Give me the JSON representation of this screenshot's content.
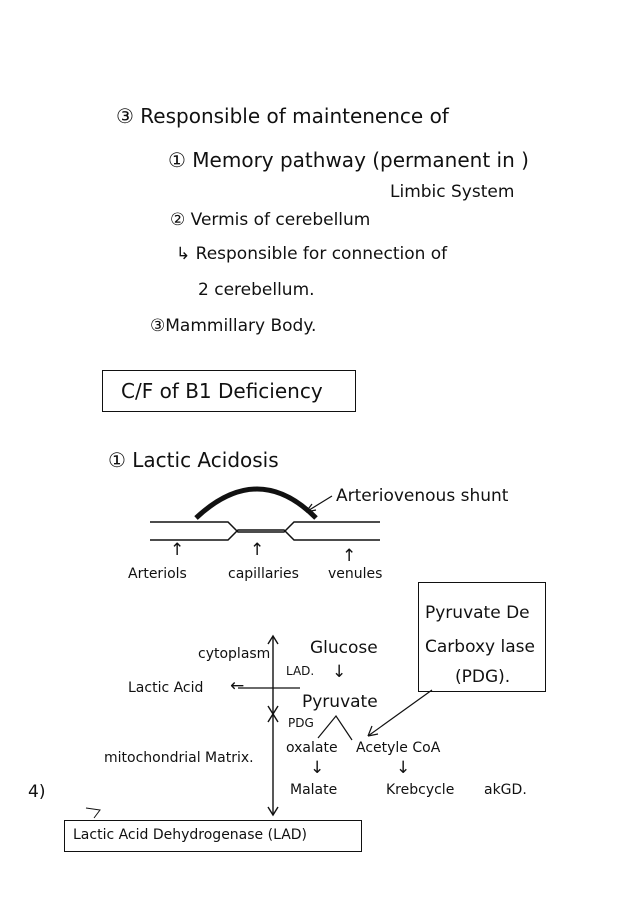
{
  "section3": {
    "heading": "③ Responsible of maintenence of",
    "item1_line1": "① Memory pathway (permanent in )",
    "item1_line2": "Limbic System",
    "item2": "② Vermis  of cerebellum",
    "item2_sub1": "↳ Responsible for  connection  of",
    "item2_sub2": "2  cerebellum.",
    "item3": "③Mammillary  Body."
  },
  "cf_box": {
    "label": "C/F  of  B1  Deficiency"
  },
  "lactic": {
    "heading": "① Lactic Acidosis"
  },
  "vessel": {
    "shunt": "Arteriovenous shunt",
    "arterioles": "Arteriols",
    "capillaries": "capillaries",
    "venules": "venules",
    "arrow": "↑"
  },
  "pdh_box": {
    "line1": "Pyruvate  De",
    "line2": "Carboxy lase",
    "line3": "(PDG)."
  },
  "pathway": {
    "cytoplasm": "cytoplasm",
    "glucose": "Glucose",
    "lad": "LAD.",
    "lactic_acid": "Lactic Acid",
    "pyruvate": "Pyruvate",
    "pdg": "PDG",
    "mito": "mitochondrial Matrix.",
    "oxalate": "oxalate",
    "acetyl": "Acetyle  CoA",
    "malate": "Malate",
    "krebs": "Krebcycle",
    "akgd": "akGD.",
    "down_arrow": "↓",
    "left_arrow": "←"
  },
  "margin_num": "4)",
  "lad_box": {
    "label": "Lactic Acid Dehydrogenase (LAD)"
  }
}
